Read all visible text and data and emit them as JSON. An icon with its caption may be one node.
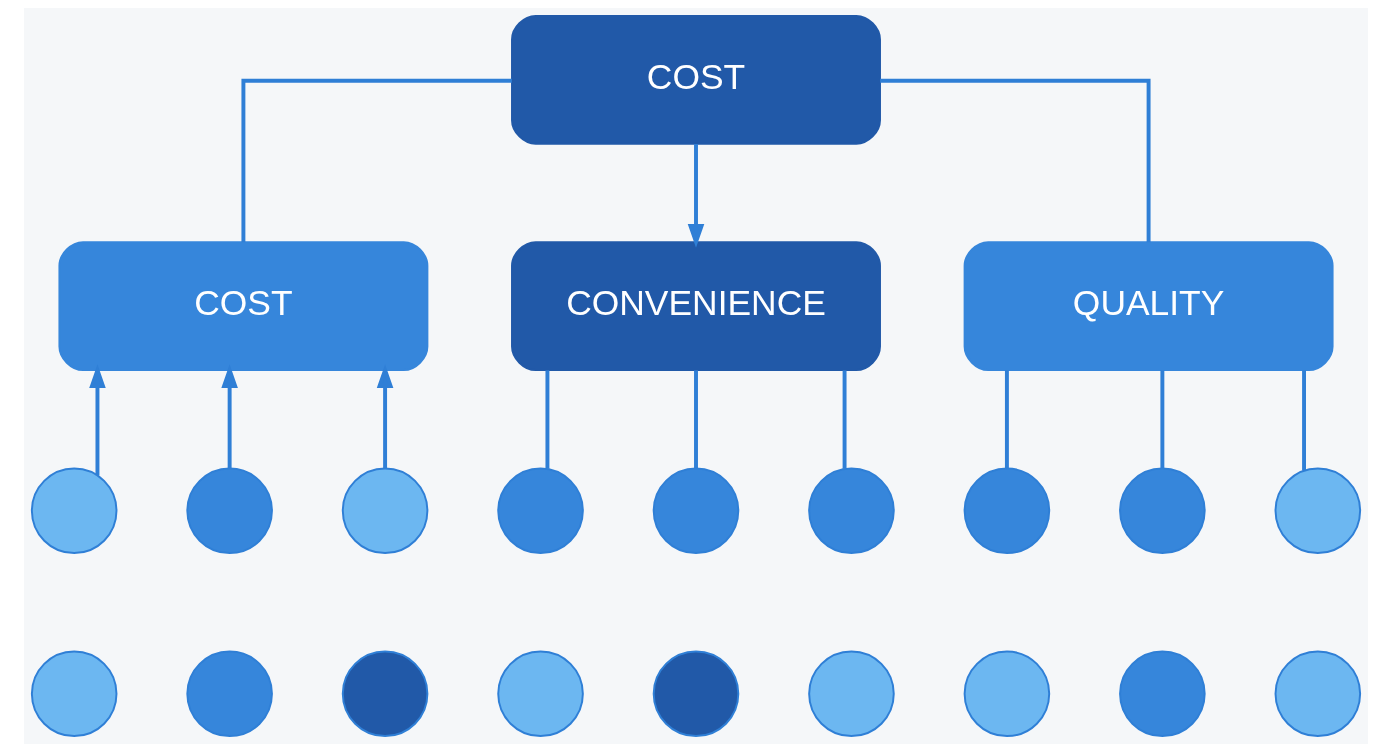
{
  "diagram": {
    "nodes": [
      {
        "text": [
          "COST"
        ]
      },
      {
        "text": [
          "COST"
        ]
      },
      {
        "text": [
          "CONVENIENCE"
        ]
      },
      {
        "text": [
          "QUALITY"
        ]
      },
      {
        "text": [],
        "shape": "circle"
      },
      {
        "text": [],
        "shape": "circle"
      },
      {
        "text": [],
        "shape": "circle"
      },
      {
        "text": [],
        "shape": "circle"
      },
      {
        "text": [],
        "shape": "circle"
      },
      {
        "text": [],
        "shape": "circle"
      },
      {
        "text": [],
        "shape": "circle"
      },
      {
        "text": [],
        "shape": "circle"
      },
      {
        "text": [],
        "shape": "circle"
      },
      {
        "text": [],
        "shape": "circle"
      },
      {
        "text": [],
        "shape": "circle"
      },
      {
        "text": [],
        "shape": "circle"
      },
      {
        "text": [],
        "shape": "circle"
      },
      {
        "text": [],
        "shape": "circle"
      },
      {
        "text": [],
        "shape": "circle"
      },
      {
        "text": [],
        "shape": "circle"
      },
      {
        "text": [],
        "shape": "circle"
      },
      {
        "text": [],
        "shape": "circle"
      }
    ],
    "edges": [
      {
        "from": 0,
        "to": 1,
        "arrow": "none"
      },
      {
        "from": 0,
        "to": 2,
        "arrow": "to"
      },
      {
        "from": 0,
        "to": 3,
        "arrow": "none"
      },
      {
        "from": 4,
        "to": 1,
        "arrow": "to"
      },
      {
        "from": 5,
        "to": 1,
        "arrow": "to"
      },
      {
        "from": 6,
        "to": 1,
        "arrow": "to"
      },
      {
        "from": 2,
        "to": 7,
        "arrow": "none"
      },
      {
        "from": 2,
        "to": 8,
        "arrow": "none"
      },
      {
        "from": 2,
        "to": 9,
        "arrow": "none"
      },
      {
        "from": 3,
        "to": 10,
        "arrow": "none"
      },
      {
        "from": 3,
        "to": 11,
        "arrow": "none"
      },
      {
        "from": 3,
        "to": 12,
        "arrow": "none"
      }
    ]
  }
}
